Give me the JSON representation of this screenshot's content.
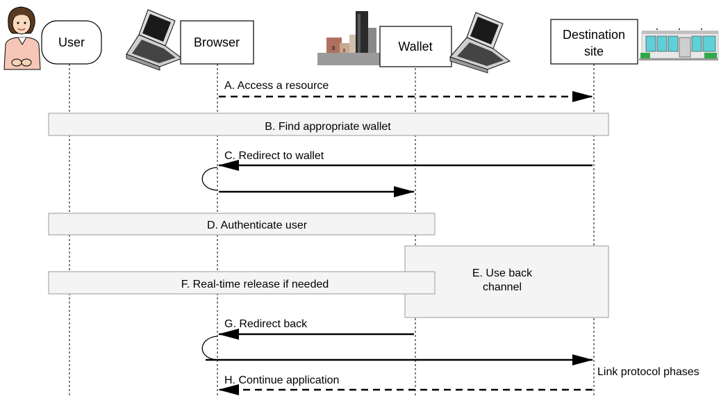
{
  "actors": {
    "user": "User",
    "browser": "Browser",
    "wallet": "Wallet",
    "destination_line1": "Destination",
    "destination_line2": "site"
  },
  "steps": {
    "a": "A. Access a resource",
    "b": "B. Find appropriate wallet",
    "c": "C. Redirect to wallet",
    "d": "D. Authenticate user",
    "e_line1": "E. Use back",
    "e_line2": "channel",
    "f": "F. Real-time release if needed",
    "g": "G. Redirect back",
    "h": "H. Continue application"
  },
  "annotation": "Link protocol phases"
}
